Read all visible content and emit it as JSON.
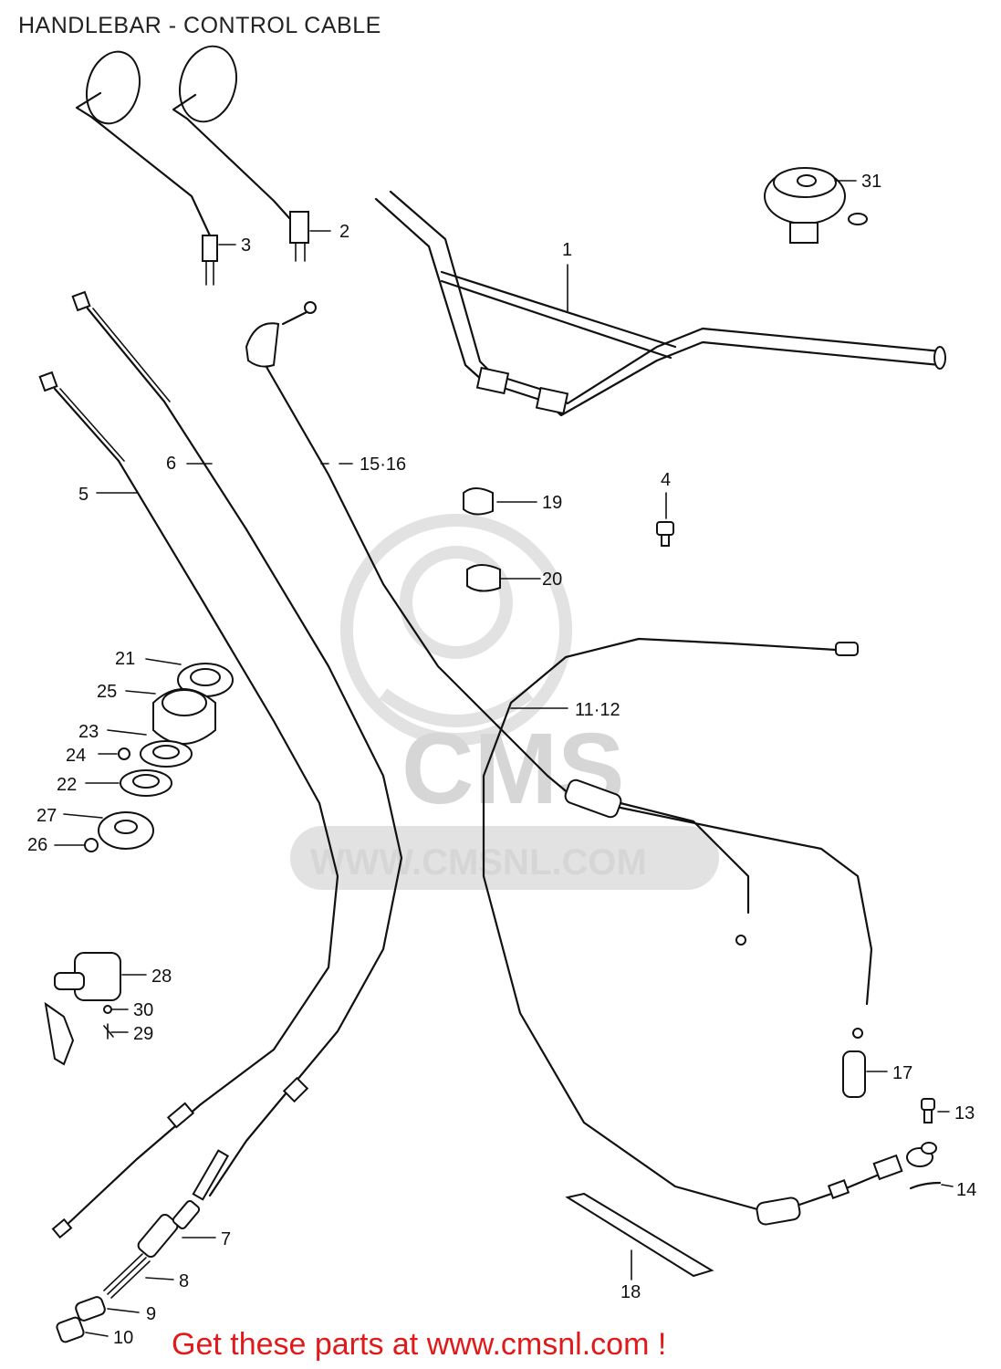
{
  "title": "HANDLEBAR - CONTROL CABLE",
  "watermark": {
    "brand": "CMS",
    "url": "WWW.CMSNL.COM"
  },
  "footer": "Get these parts at www.cmsnl.com !",
  "colors": {
    "footer": "#e01a1a",
    "watermark": "#e2e2e2",
    "line": "#111111"
  },
  "callouts": {
    "c1": "1",
    "c2": "2",
    "c3": "3",
    "c4": "4",
    "c5": "5",
    "c6": "6",
    "c7": "7",
    "c8": "8",
    "c9": "9",
    "c10": "10",
    "c11_12": "11·12",
    "c13": "13",
    "c14": "14",
    "c15_16": "15·16",
    "c17": "17",
    "c18": "18",
    "c19": "19",
    "c20": "20",
    "c21": "21",
    "c22": "22",
    "c23": "23",
    "c24": "24",
    "c25": "25",
    "c26": "26",
    "c27": "27",
    "c28": "28",
    "c29": "29",
    "c30": "30",
    "c31": "31"
  }
}
